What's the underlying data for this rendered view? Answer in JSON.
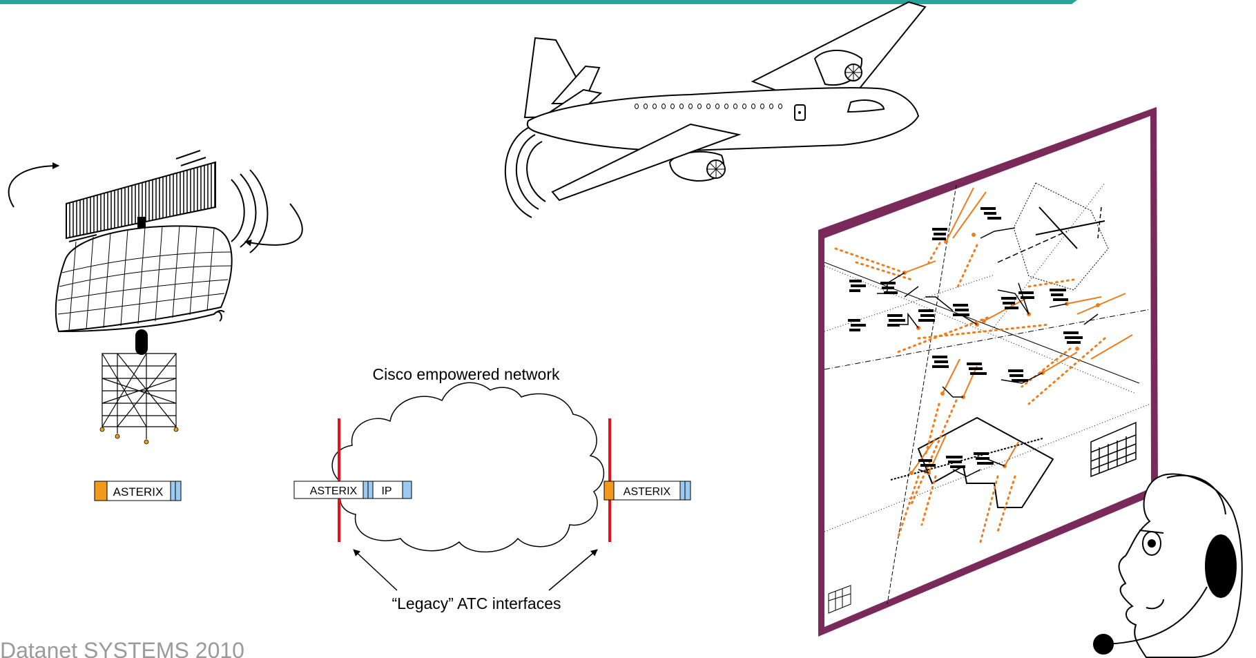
{
  "header": {
    "accent_color": "#26a69a"
  },
  "network": {
    "title": "Cisco empowered network",
    "interfaces_label": "“Legacy” ATC interfaces"
  },
  "packets": {
    "radar": {
      "label": "ASTERIX"
    },
    "ingress": {
      "label": "ASTERIX",
      "ip_label": "IP"
    },
    "egress": {
      "label": "ASTERIX"
    }
  },
  "colors": {
    "asterix_header": "#f39a1e",
    "trailer": "#9ccaf0",
    "interface_line": "#e3121b",
    "display_frame": "#7a2a5a",
    "track": "#f07b1a"
  },
  "icons": {
    "radar": "radar-antenna-icon",
    "aircraft": "airplane-icon",
    "display": "radar-display-screen-icon",
    "controller": "air-traffic-controller-with-headset-icon",
    "cloud": "network-cloud-icon"
  },
  "footer": {
    "text": "Datanet SYSTEMS 2010"
  }
}
